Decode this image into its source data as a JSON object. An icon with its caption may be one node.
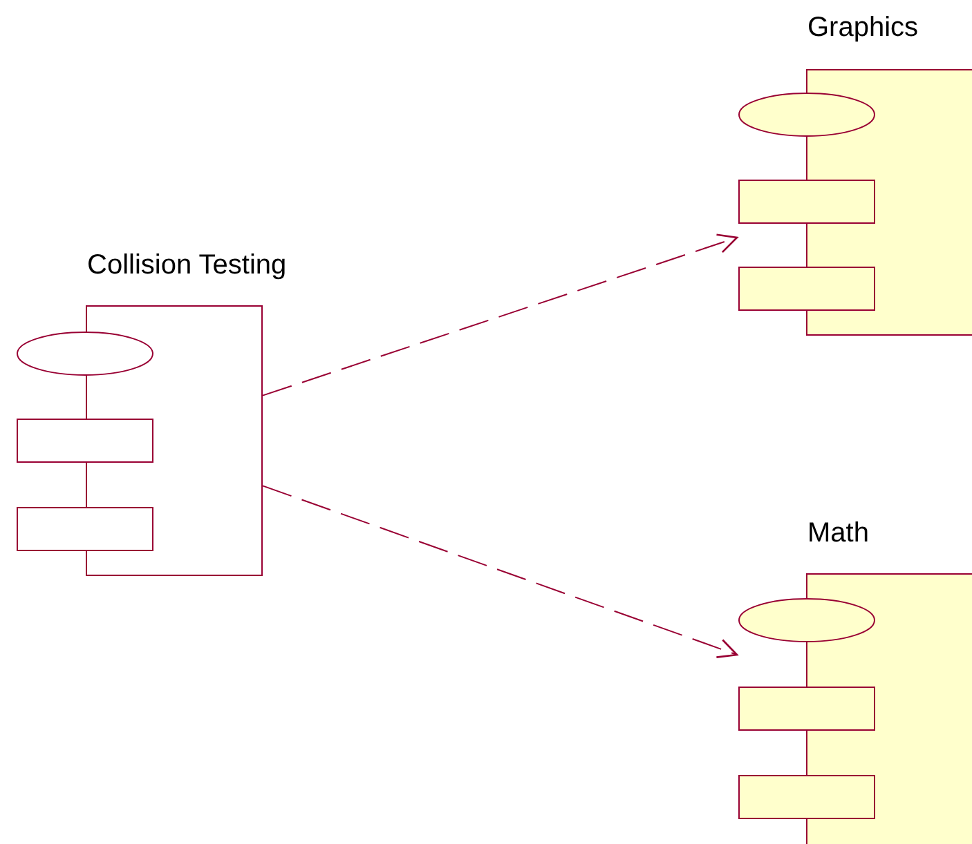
{
  "diagram": {
    "nodes": [
      {
        "text": [
          "Collision Testing"
        ]
      },
      {
        "text": [
          "Graphics"
        ]
      },
      {
        "text": [
          "Math"
        ]
      }
    ],
    "edges": [
      {
        "from": 0,
        "to": 1,
        "arrow": "to",
        "style": "dashed"
      },
      {
        "from": 0,
        "to": 2,
        "arrow": "to",
        "style": "dashed"
      }
    ]
  }
}
